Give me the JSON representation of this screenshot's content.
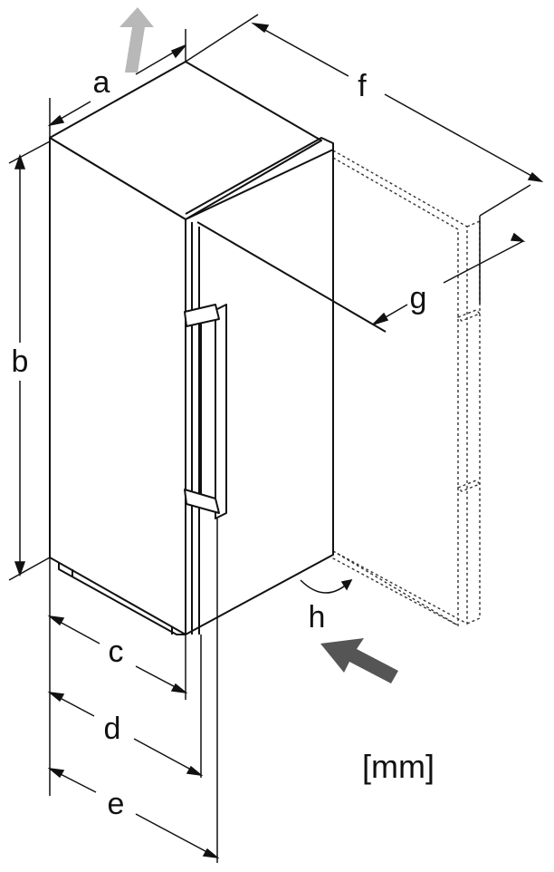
{
  "labels": {
    "a": "a",
    "b": "b",
    "c": "c",
    "d": "d",
    "e": "e",
    "f": "f",
    "g": "g",
    "h": "h"
  },
  "unit": "[mm]",
  "colors": {
    "line": "#111111",
    "airflow_arrow": "#b8b8b8",
    "intake_arrow": "#555555",
    "door_open_outline": "#333333"
  }
}
